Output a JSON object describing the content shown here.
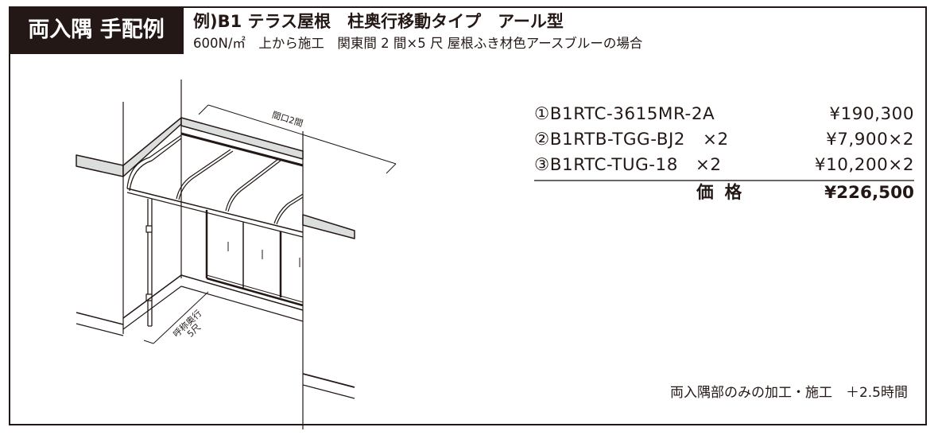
{
  "header": {
    "badge": "両入隅 手配例",
    "title": "例)B1 テラス屋根　柱奥行移動タイプ　アール型",
    "subtitle": "600N/㎡　上から施工　関東間 2 間×5 尺 屋根ふき材色アースブルーの場合"
  },
  "illustration": {
    "width_label": "間口2間",
    "depth_label_line1": "呼称奥行",
    "depth_label_line2": "5尺"
  },
  "price_list": {
    "items": [
      {
        "label": "①B1RTC-3615MR-2A",
        "value": "¥190,300"
      },
      {
        "label": "②B1RTB-TGG-BJ2　×2",
        "value": "¥7,900×2"
      },
      {
        "label": "③B1RTC-TUG-18　×2",
        "value": "¥10,200×2"
      }
    ],
    "total_label": "価格",
    "total_value": "¥226,500"
  },
  "note": "両入隅部のみの加工・施工　＋2.5時間",
  "colors": {
    "ink": "#231815",
    "ledge_fill": "#dcdddd",
    "divider": "#6b6663"
  }
}
